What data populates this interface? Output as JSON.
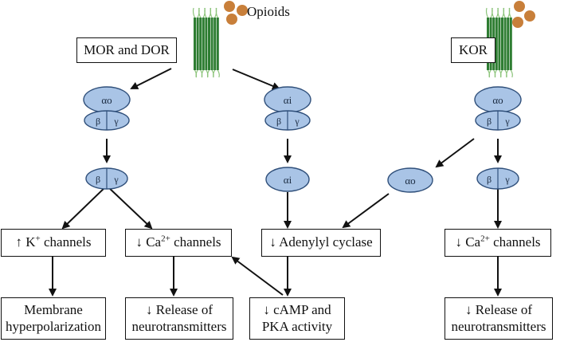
{
  "ligand_label": "Opioids",
  "colors": {
    "subunit_fill": "#a9c4e6",
    "subunit_stroke": "#2f4f7a",
    "receptor_green": "#2e7d32",
    "receptor_green_light": "#8cc47a",
    "opioid_brown": "#c87f3a",
    "line": "#111111"
  },
  "receptors": {
    "mor_dor": "MOR and DOR",
    "kor": "KOR"
  },
  "subunits": {
    "alpha_o": "αo",
    "alpha_i": "αi",
    "beta": "β",
    "gamma": "γ"
  },
  "effects": {
    "k_channels_prefix": "↑ K",
    "k_channels_sup": "+",
    "k_channels_suffix": " channels",
    "ca_channels_prefix": "↓ Ca",
    "ca_channels_sup": "2+",
    "ca_channels_suffix": "  channels",
    "adenylyl_cyclase": "↓ Adenylyl cyclase",
    "membrane_hyperpolarization": "Membrane\nhyperpolarization",
    "release_neurotransmitters": "↓ Release of\nneurotransmitters",
    "camp_pka": "↓ cAMP  and\nPKA activity"
  }
}
